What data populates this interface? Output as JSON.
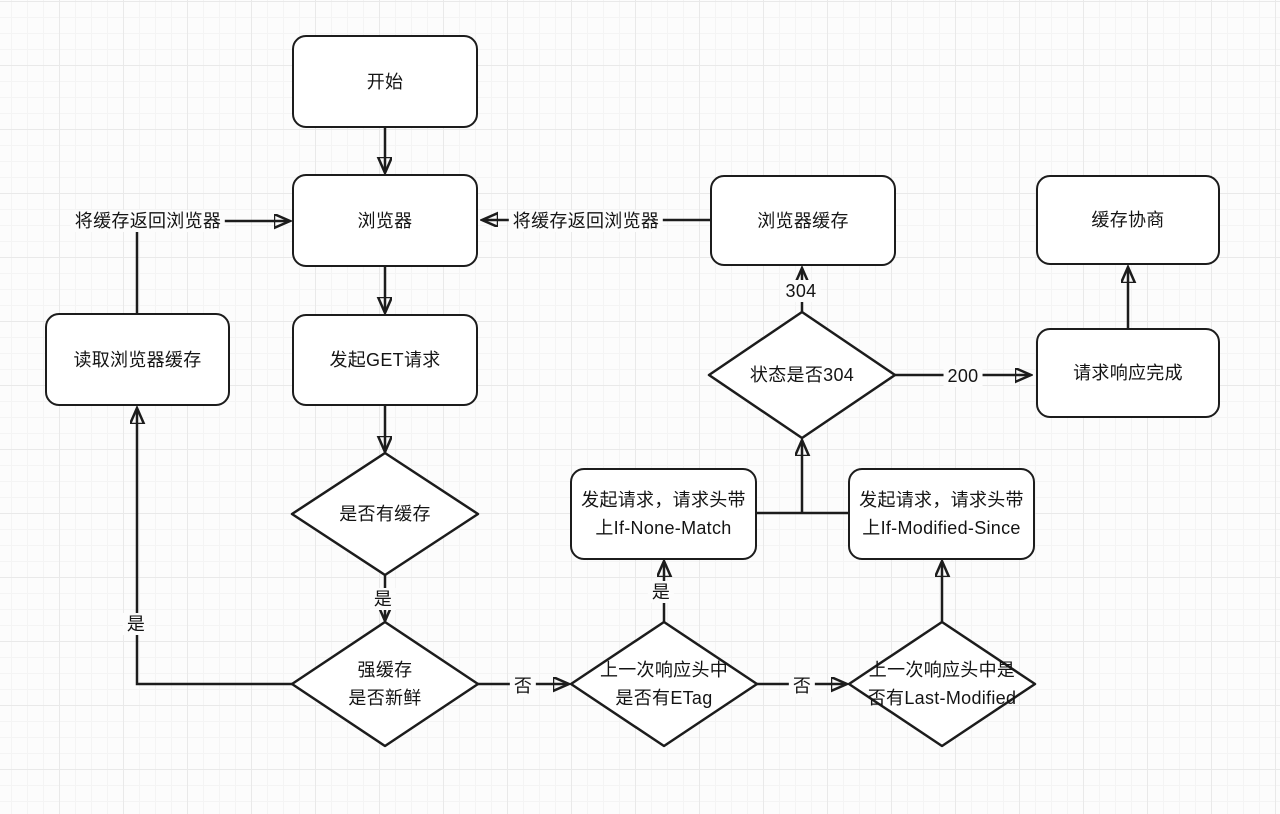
{
  "diagram": {
    "title": "browser-http-cache-flowchart",
    "nodes": {
      "start": {
        "label": "开始"
      },
      "browser": {
        "label": "浏览器"
      },
      "get_request": {
        "label": "发起GET请求"
      },
      "read_cache": {
        "label": "读取浏览器缓存"
      },
      "browser_cache": {
        "label": "浏览器缓存"
      },
      "cache_negotiation": {
        "label": "缓存协商"
      },
      "response_complete": {
        "label": "请求响应完成"
      },
      "if_none_match": {
        "label": "发起请求，请求头带\n上If-None-Match"
      },
      "if_modified_since": {
        "label": "发起请求，请求头带\n上If-Modified-Since"
      },
      "has_cache": {
        "label": "是否有缓存"
      },
      "strong_cache_fresh": {
        "label": "强缓存\n是否新鲜"
      },
      "has_etag": {
        "label": "上一次响应头中\n是否有ETag"
      },
      "has_last_modified": {
        "label": "上一次响应头中是\n否有Last-Modified"
      },
      "status_304": {
        "label": "状态是否304"
      }
    },
    "edge_labels": {
      "return_cache_left": "将缓存返回浏览器",
      "return_cache_right": "将缓存返回浏览器",
      "yes_after_has_cache": "是",
      "yes_to_read_cache": "是",
      "no_after_strong_cache": "否",
      "yes_to_if_none_match": "是",
      "no_after_etag": "否",
      "status_304_value": "304",
      "status_200_value": "200"
    },
    "colors": {
      "stroke": "#1c1c1c",
      "node_fill": "#ffffff",
      "background": "#fcfcfc",
      "grid_major": "#e9e9e9",
      "grid_minor": "#f4f4f4"
    }
  }
}
